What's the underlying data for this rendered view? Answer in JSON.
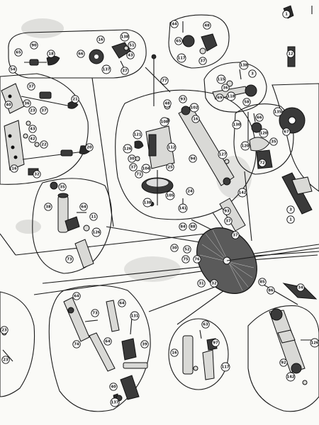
{
  "labels": {
    "l1": "65",
    "l2": "54",
    "l3": "90",
    "l4": "18",
    "l5": "66",
    "l6": "16",
    "l7": "138",
    "l8": "51",
    "l9": "137",
    "l10": "37",
    "l11": "43",
    "l12": "44",
    "l13": "48",
    "l14": "65",
    "l15": "117",
    "l16": "37",
    "l17": "12",
    "l18": "1",
    "l19": "77",
    "l20": "48",
    "l21": "108",
    "l22": "93",
    "l23": "102",
    "l24": "16",
    "l25": "94",
    "l26": "127",
    "l27": "121",
    "l28": "126",
    "l29": "112",
    "l30": "30",
    "l31": "37",
    "l32": "104",
    "l33": "71",
    "l34": "25",
    "l35": "105",
    "l36": "24",
    "l37": "138",
    "l38": "141",
    "l39": "142",
    "l40": "115",
    "l41": "36",
    "l42": "138",
    "l43": "3",
    "l44": "69",
    "l45": "118",
    "l46": "58",
    "l47": "130",
    "l48": "66",
    "l49": "120",
    "l50": "120",
    "l51": "35",
    "l52": "72",
    "l53": "135",
    "l54": "67",
    "l55": "37",
    "l56": "36",
    "l57": "21",
    "l58": "40",
    "l59": "23",
    "l60": "37",
    "l61": "43",
    "l62": "42",
    "l63": "22",
    "l64": "32",
    "l65": "16",
    "l66": "20",
    "l67": "35",
    "l68": "38",
    "l69": "64",
    "l70": "11",
    "l71": "126",
    "l72": "73",
    "l73": "84",
    "l74": "88",
    "l75": "30",
    "l76": "52",
    "l77": "75",
    "l78": "76",
    "l79": "37",
    "l80": "93",
    "l81": "37",
    "l82": "85",
    "l83": "86",
    "l84": "31",
    "l85": "32",
    "l86": "34",
    "l87": "3",
    "l88": "1",
    "l89": "64",
    "l90": "73",
    "l91": "64",
    "l92": "131",
    "l93": "74",
    "l94": "64",
    "l95": "39",
    "l96": "40",
    "l97": "137",
    "l98": "63",
    "l99": "97",
    "l100": "16",
    "l101": "117",
    "l102": "126",
    "l103": "92",
    "l104": "142",
    "l105": "23",
    "l106": "23"
  },
  "icons": {
    "axle": "axle-icon",
    "gear": "gear-wheel-icon",
    "bracket": "bracket-icon",
    "bolt": "bolt-icon",
    "fan": "fan-wheel-icon"
  }
}
